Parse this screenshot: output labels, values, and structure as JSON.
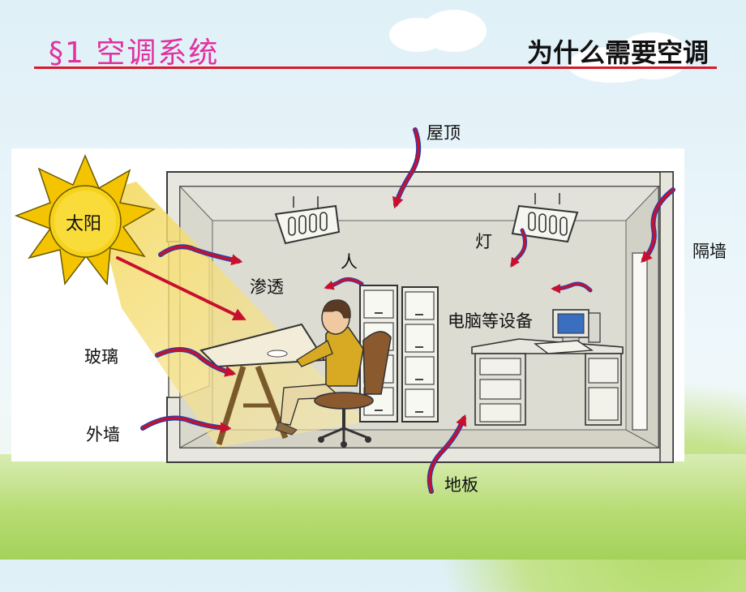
{
  "slide": {
    "title": "§1  空调系统",
    "subtitle": "为什么需要空调"
  },
  "diagram": {
    "sun_label": "太阳",
    "labels": {
      "roof": "屋顶",
      "light": "灯",
      "person": "人",
      "infiltration": "渗透",
      "equipment": "电脑等设备",
      "partition": "隔墙",
      "glass": "玻璃",
      "exterior_wall": "外墙",
      "floor": "地板"
    }
  },
  "colors": {
    "title": "#e0319f",
    "rule": "#d81b2a",
    "heat_arrow": "#c8102e",
    "heat_arrow_edge": "#1f3fb0",
    "sun": "#f5c400"
  }
}
